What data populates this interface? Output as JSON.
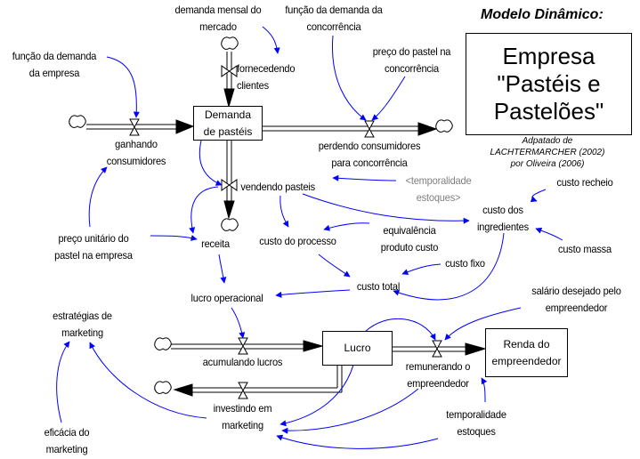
{
  "header": {
    "model_title": "Modelo Dinâmico:",
    "company_name": "Empresa\n\"Pastéis e\nPastelões\"",
    "credit": "Adpatado de\nLACHTERMARCHER (2002)\npor Oliveira (2006)"
  },
  "colors": {
    "link": "#0000ff",
    "flow": "#000000",
    "shadow_variable": "#808080"
  },
  "stocks": {
    "demanda": "Demanda\nde pastéis",
    "lucro": "Lucro",
    "renda": "Renda do\nempreendedor"
  },
  "flows": {
    "ganhando": "ganhando\nconsumidores",
    "fornecendo": "fornecedendo\nclientes",
    "perdendo": "perdendo consumidores\npara concorrência",
    "vendendo": "vendendo pasteis",
    "acumulando": "acumulando lucros",
    "investindo": "investindo em\nmarketing",
    "remunerando": "remunerando o\nempreendedor"
  },
  "variables": {
    "funcao_empresa": "função da demanda\nda empresa",
    "demanda_mensal": "demanda mensal do\nmercado",
    "funcao_concorrencia": "função da demanda da\nconcorrência",
    "preco_concorrencia": "preço do pastel na\nconcorrência",
    "temporalidade_shadow": "<temporalidade\nestoques>",
    "custo_recheio": "custo recheio",
    "custo_ingredientes": "custo dos\ningredientes",
    "custo_massa": "custo massa",
    "preco_unitario": "preço unitário do\npastel na empresa",
    "receita": "receita",
    "custo_processo": "custo do processo",
    "equivalencia": "equivalência\nproduto custo",
    "custo_fixo": "custo fixo",
    "custo_total": "custo total",
    "lucro_operacional": "lucro operacional",
    "salario_desejado": "salário desejado pelo\nempreendedor",
    "estrategias": "estratégias de\nmarketing",
    "eficacia": "eficácia do\nmarketing",
    "temporalidade": "temporalidade\nestoques"
  }
}
